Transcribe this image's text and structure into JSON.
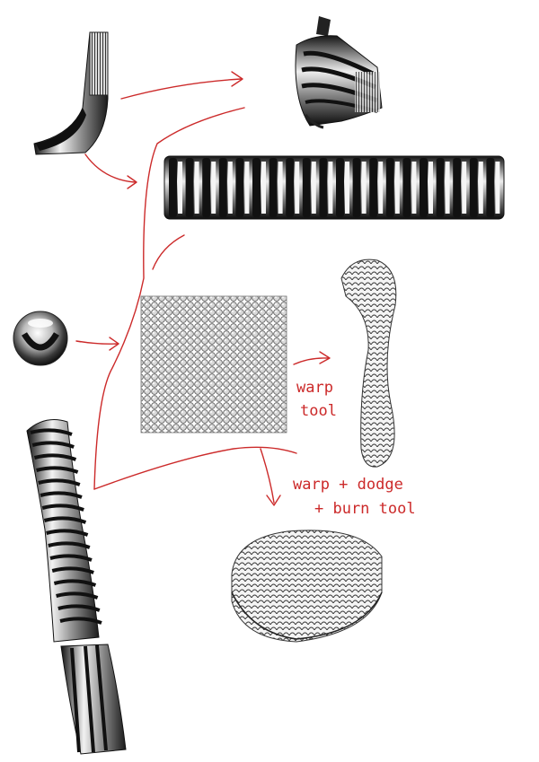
{
  "colors": {
    "arrow": "#cc2a2a",
    "dark": "#111111",
    "chrome": "#d8d8d8",
    "text": "#cc2a2a"
  },
  "labels": {
    "warp_line1": "warp",
    "warp_line2": "tool",
    "warp_dodge_line1": "warp + dodge",
    "warp_dodge_line2": "+ burn tool"
  },
  "icons": {
    "source_ribbon": "curved-ribbon-icon",
    "fan": "fanned-ribbons-icon",
    "row": "ribbon-row-icon",
    "bead": "chrome-bead-icon",
    "grid": "bead-grid-icon",
    "warped": "warped-column-icon",
    "dome": "dome-icon",
    "long_twist": "twisted-column-icon"
  }
}
